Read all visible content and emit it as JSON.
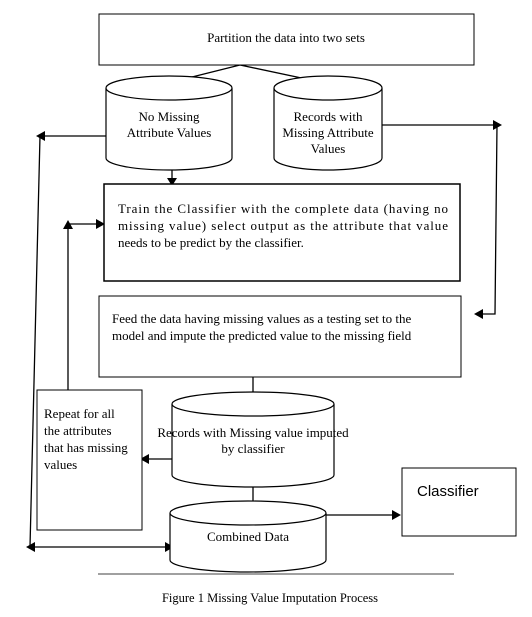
{
  "nodes": {
    "partition": {
      "lines": [
        "Partition the data into two sets"
      ]
    },
    "no_missing": {
      "lines": [
        "No Missing",
        "Attribute Values"
      ]
    },
    "with_missing": {
      "lines": [
        "Records with",
        "Missing Attribute",
        "Values"
      ]
    },
    "train": {
      "lines": [
        "Train the Classifier with the complete data (having no",
        "missing value) select output as the attribute that value",
        "needs to be predict by the classifier."
      ]
    },
    "feed": {
      "lines": [
        "Feed the data having missing values as a testing set to the",
        "model and impute the predicted value to the missing field"
      ]
    },
    "imputed": {
      "lines": [
        "Records with Missing value imputed",
        "by classifier"
      ]
    },
    "repeat": {
      "lines": [
        "Repeat for all",
        "the attributes",
        "that has missing",
        "values"
      ]
    },
    "classifier": {
      "lines": [
        "Classifier"
      ]
    },
    "combined": {
      "lines": [
        "Combined Data"
      ]
    }
  },
  "caption": "Figure 1 Missing Value Imputation Process"
}
